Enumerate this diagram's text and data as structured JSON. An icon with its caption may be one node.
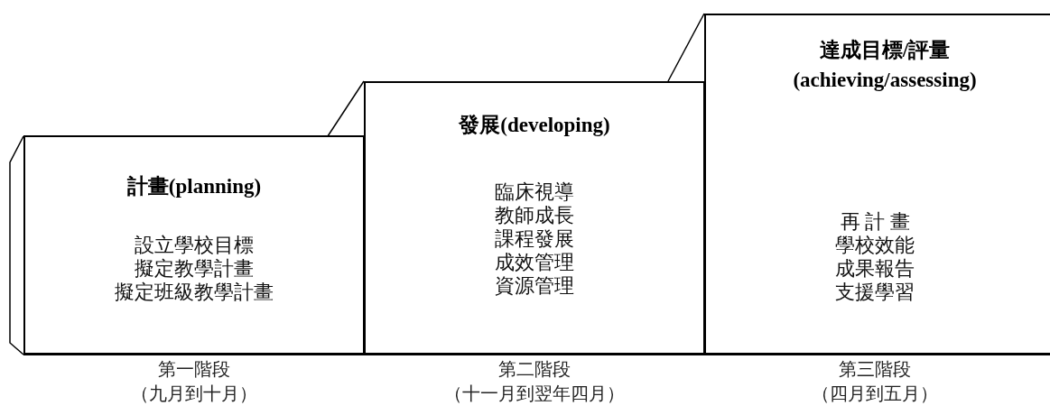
{
  "diagram": {
    "nodes": [
      {
        "text": [
          "計畫(planning)",
          "設立學校目標",
          "擬定教學計畫",
          "擬定班級教學計畫"
        ],
        "beside": [
          "第一階段",
          "（九月到十月）"
        ]
      },
      {
        "text": [
          "發展(developing)",
          "臨床視導",
          "教師成長",
          "課程發展",
          "成效管理",
          "資源管理"
        ],
        "beside": [
          "第二階段",
          "（十一月到翌年四月）"
        ]
      },
      {
        "text": [
          "達成目標/評量 (achieving/assessing)",
          "再 計 畫",
          "學校效能",
          "成果報告",
          "支援學習"
        ],
        "beside": [
          "第三階段",
          "（四月到五月）"
        ]
      }
    ]
  }
}
